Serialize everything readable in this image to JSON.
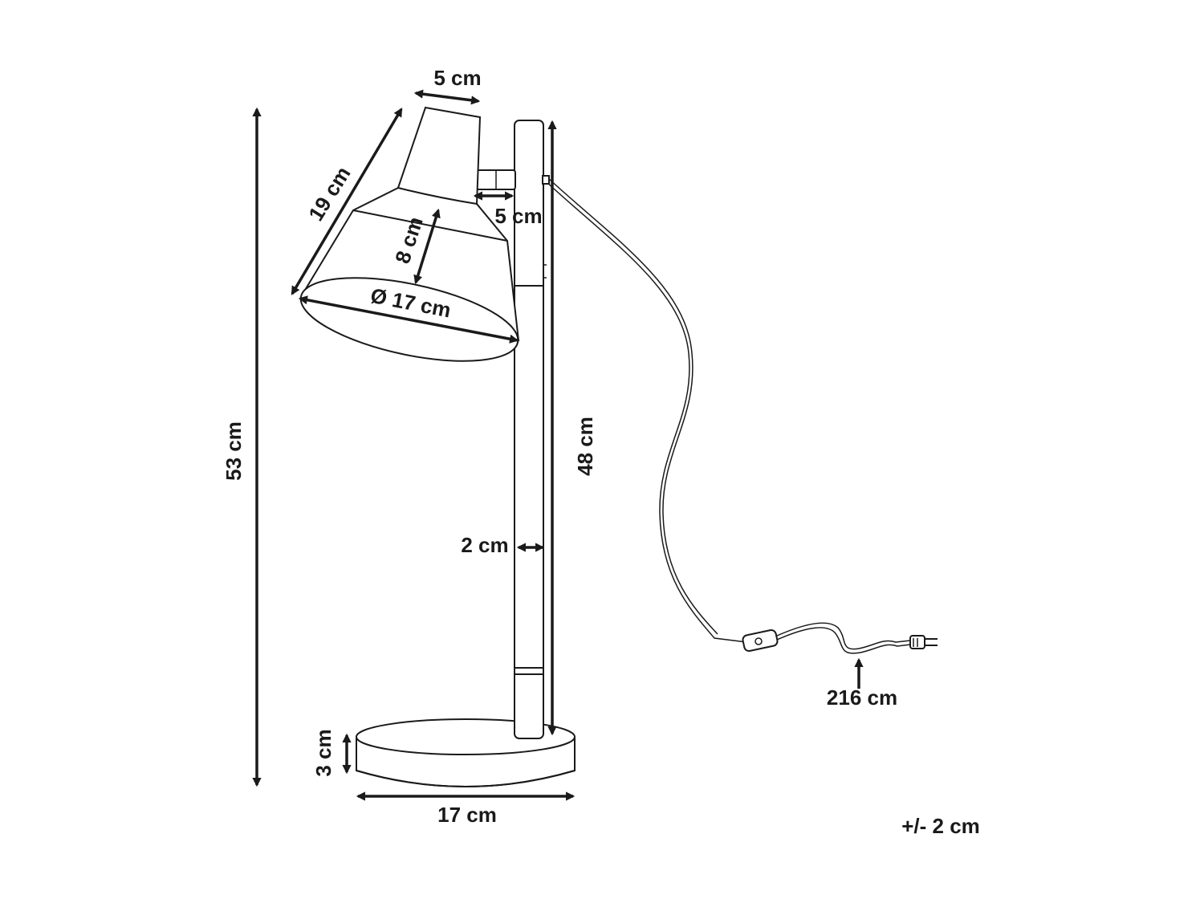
{
  "dimensions": {
    "total_height": "53 cm",
    "shade_length": "19 cm",
    "shade_top_width": "5 cm",
    "joint_length": "5 cm",
    "shade_depth": "8 cm",
    "shade_diameter": "Ø 17 cm",
    "pole_height": "48 cm",
    "pole_width": "2 cm",
    "base_height": "3 cm",
    "base_width": "17 cm",
    "cable_length": "216 cm"
  },
  "tolerance": "+/- 2 cm"
}
